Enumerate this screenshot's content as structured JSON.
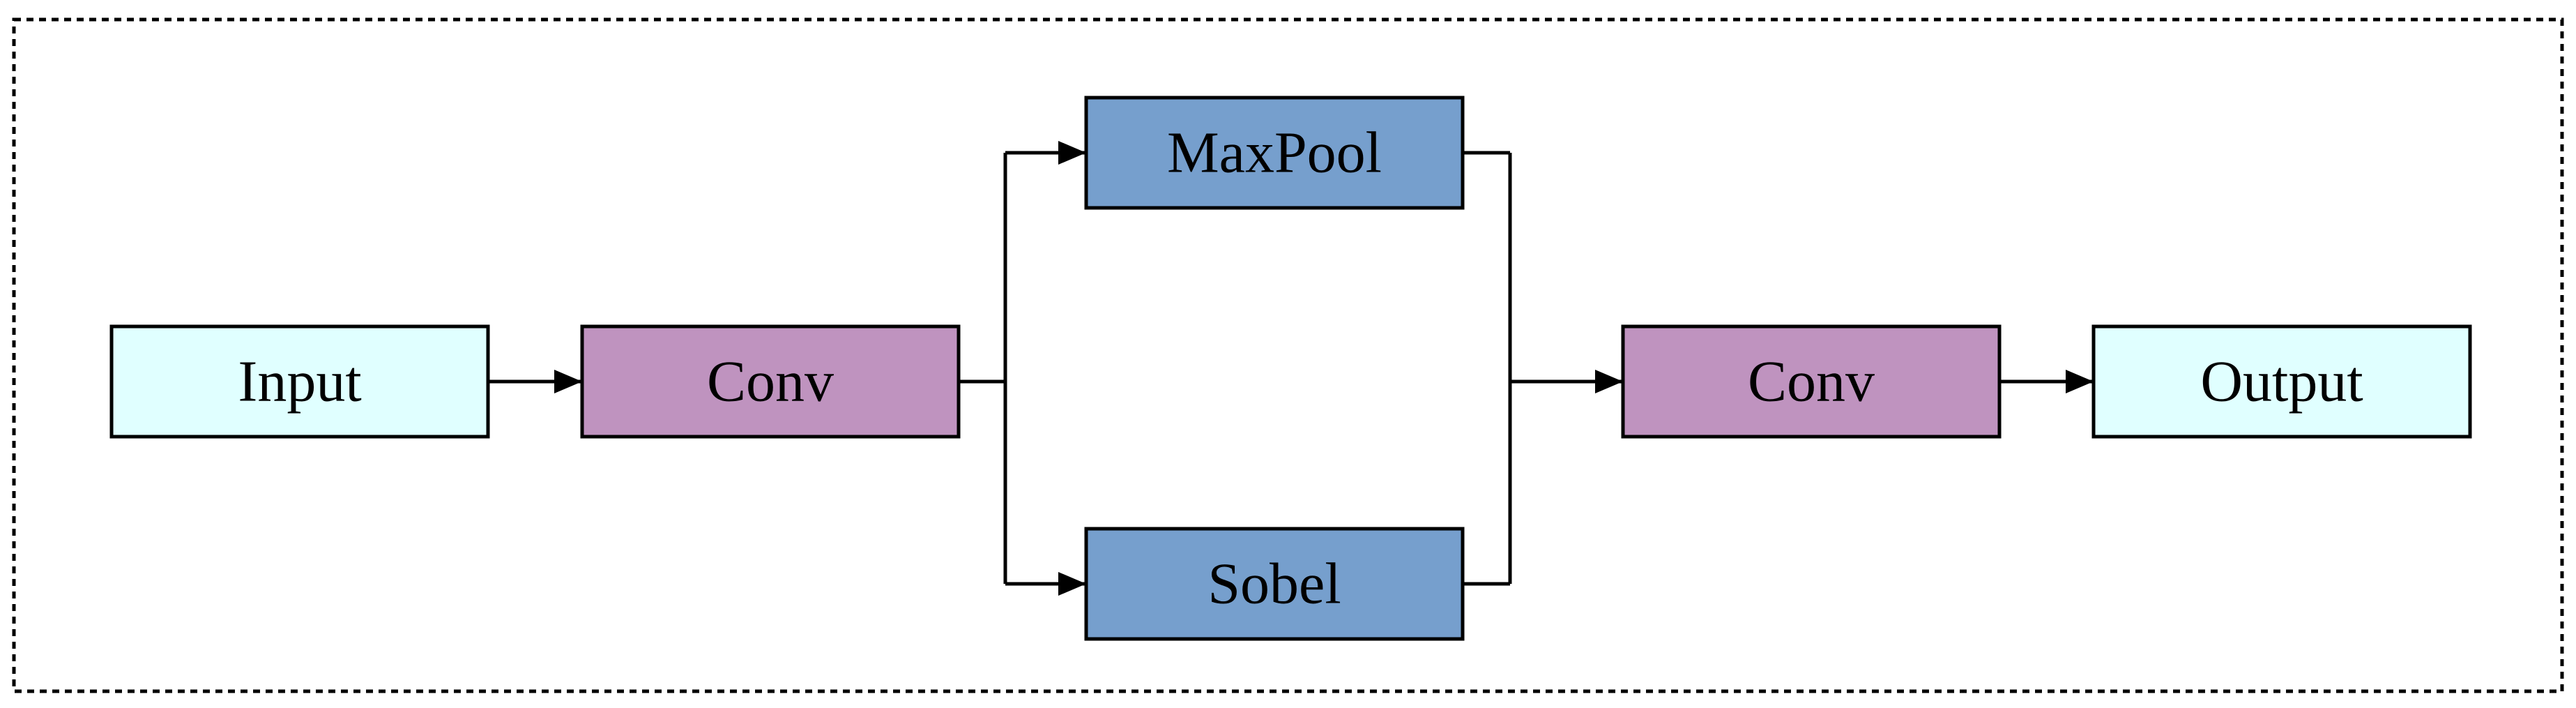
{
  "nodes": {
    "input": {
      "label": "Input",
      "fill": "#E0FFFF"
    },
    "conv_first": {
      "label": "Conv",
      "fill": "#BF93BF"
    },
    "maxpool": {
      "label": "MaxPool",
      "fill": "#769FCD"
    },
    "sobel": {
      "label": "Sobel",
      "fill": "#769FCD"
    },
    "conv_second": {
      "label": "Conv",
      "fill": "#BF93BF"
    },
    "output": {
      "label": "Output",
      "fill": "#E0FFFF"
    }
  },
  "edges": [
    {
      "from": "input",
      "to": "conv_first"
    },
    {
      "from": "conv_first",
      "to": "maxpool"
    },
    {
      "from": "conv_first",
      "to": "sobel"
    },
    {
      "from": "maxpool",
      "to": "conv_second"
    },
    {
      "from": "sobel",
      "to": "conv_second"
    },
    {
      "from": "conv_second",
      "to": "output"
    }
  ],
  "colors": {
    "line": "#000000",
    "frame": "#000000",
    "background": "#FFFFFF"
  }
}
